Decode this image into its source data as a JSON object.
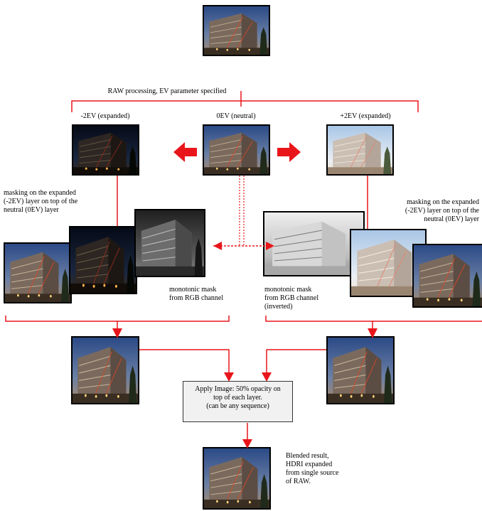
{
  "labels": {
    "raw_processing": "RAW processing, EV parameter specified",
    "minus2ev": "-2EV (expanded)",
    "zero_ev": "0EV (neutral)",
    "plus2ev": "+2EV (expanded)",
    "masking_left": [
      "masking on the expanded",
      "(-2EV) layer on top of the",
      "neutral (0EV) layer"
    ],
    "masking_right": [
      "masking on the expanded",
      "(-2EV) layer on top of the",
      "neutral (0EV) layer"
    ],
    "mask_left": [
      "monotonic mask",
      "from RGB channel"
    ],
    "mask_right": [
      "monotonic mask",
      "from RGB channel",
      "(inverted)"
    ],
    "apply_image": [
      "Apply Image: 50% opacity on",
      "top of each layer.",
      "(can be any sequence)"
    ],
    "blended": [
      "Blended result,",
      "HDRI expanded",
      "from single source",
      "of RAW."
    ]
  },
  "colors": {
    "arrow": "#e8161b",
    "night_sky": "#223d73",
    "dark_sky": "#0b1527",
    "bright_sky": "#d9e6f2"
  },
  "icons": {
    "image_thumbnail": "building-photo-icon",
    "arrow": "red-arrow-icon"
  }
}
